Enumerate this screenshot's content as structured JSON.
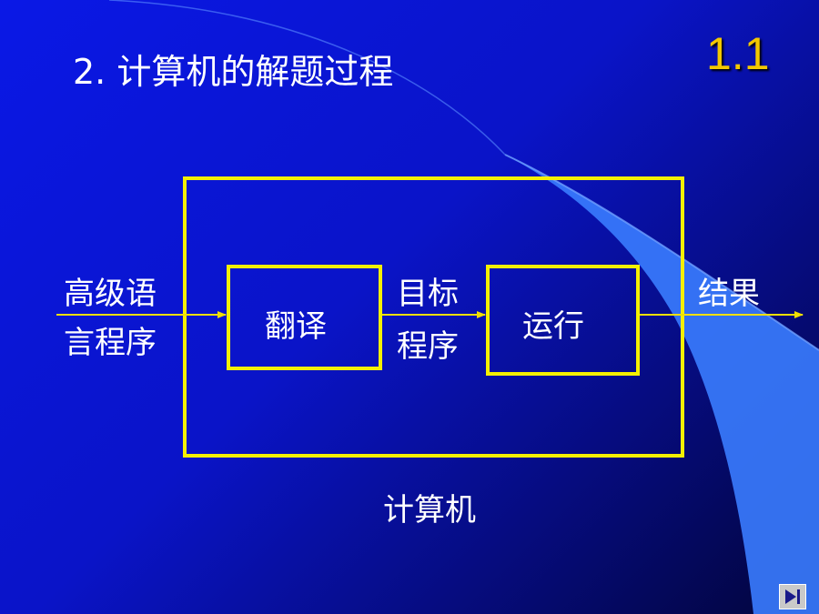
{
  "slide": {
    "title": "2. 计算机的解题过程",
    "section_number": "1.1"
  },
  "diagram": {
    "input_label_line1": "高级语",
    "input_label_line2": "言程序",
    "translate_box": "翻译",
    "middle_label_line1": "目标",
    "middle_label_line2": "程序",
    "run_box": "运行",
    "output_label": "结果",
    "container_label": "计算机"
  },
  "nav": {
    "icon": "play-end-icon"
  },
  "colors": {
    "line": "#f5f000",
    "arrow": "#f2e000",
    "section_number": "#f2c800",
    "text": "#ffffff"
  }
}
